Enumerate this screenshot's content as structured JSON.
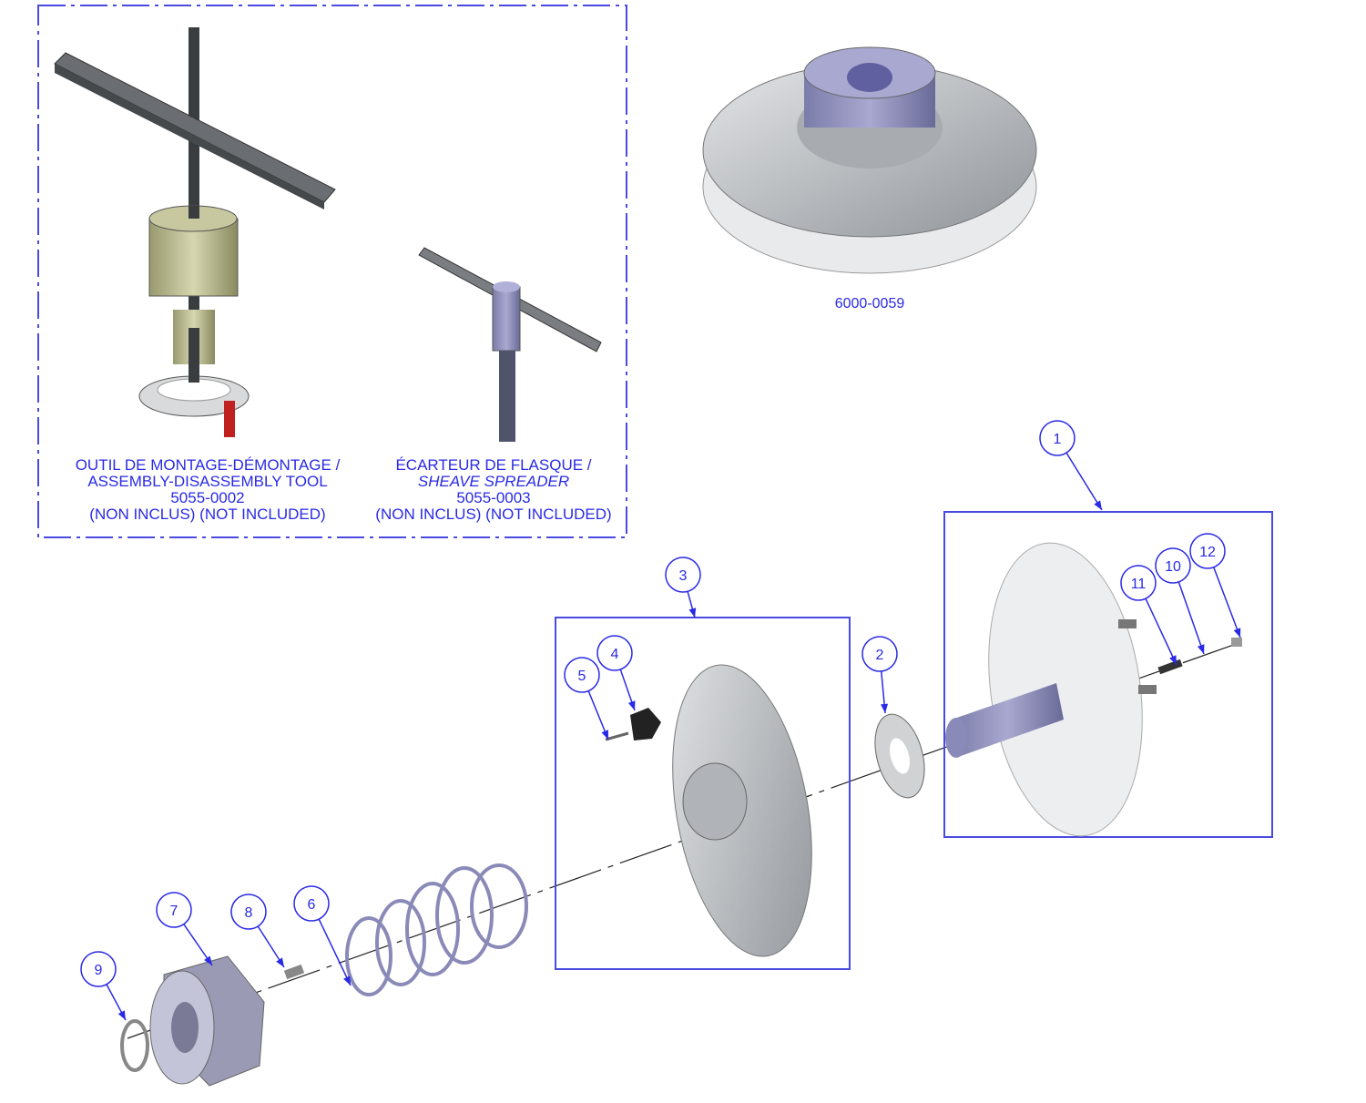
{
  "tools": [
    {
      "name_fr": "OUTIL DE MONTAGE-DÉMONTAGE /",
      "name_en": "ASSEMBLY-DISASSEMBLY TOOL",
      "part_number": "5055-0002",
      "note": "(NON INCLUS) (NOT INCLUDED)"
    },
    {
      "name_fr": "ÉCARTEUR DE FLASQUE /",
      "name_en": "SHEAVE SPREADER",
      "part_number": "5055-0003",
      "note": "(NON INCLUS) (NOT INCLUDED)"
    }
  ],
  "assembly": {
    "part_number": "6000-0059"
  },
  "balloons": [
    "1",
    "2",
    "3",
    "4",
    "5",
    "6",
    "7",
    "8",
    "9",
    "10",
    "11",
    "12"
  ],
  "colors": {
    "annotation": "#2a2ae6",
    "part_gray": "#b8bcc0",
    "part_purple": "#8a8ab8"
  }
}
